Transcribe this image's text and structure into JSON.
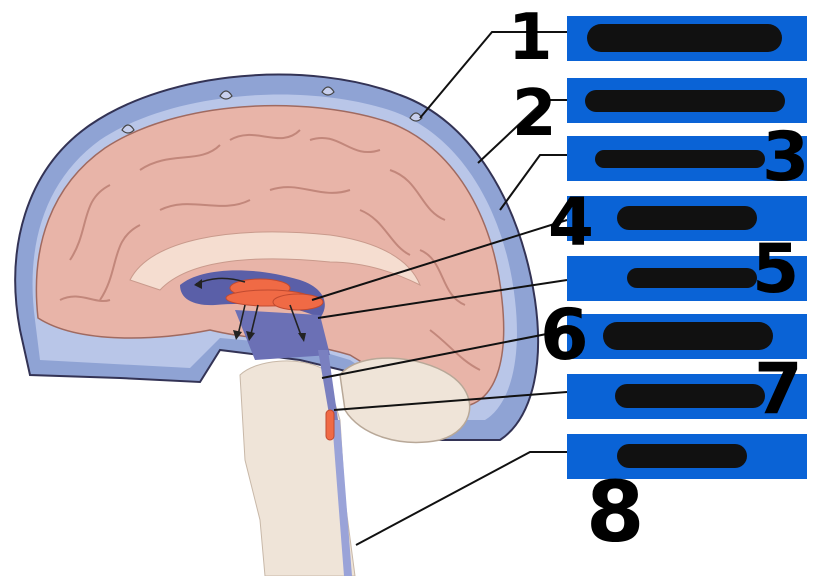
{
  "diagram": {
    "labels": [
      {
        "number": "1",
        "text": ""
      },
      {
        "number": "2",
        "text": ""
      },
      {
        "number": "3",
        "text": ""
      },
      {
        "number": "4",
        "text": ""
      },
      {
        "number": "5",
        "text": ""
      },
      {
        "number": "6",
        "text": ""
      },
      {
        "number": "7",
        "text": ""
      },
      {
        "number": "8",
        "text": ""
      }
    ],
    "colors": {
      "label_box": "#0a63d6",
      "redaction": "#111111",
      "meninges": "#8fa3d4",
      "brain": "#e8b4a8",
      "brainstem": "#efe4d8",
      "ventricle": "#5a5fa8",
      "choroid_plexus": "#f06a45"
    }
  }
}
